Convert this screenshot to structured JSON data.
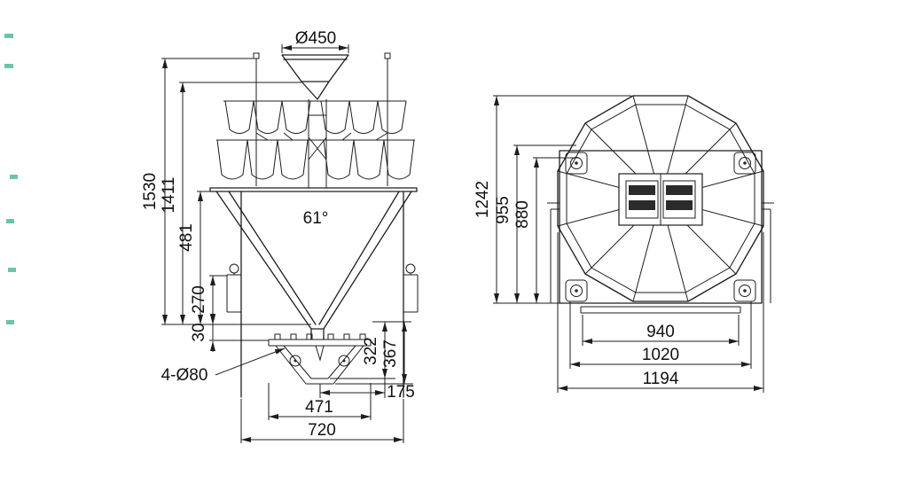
{
  "colors": {
    "line": "#1d1d1d",
    "background": "#ffffff",
    "artifact": "#45b695"
  },
  "front_view": {
    "dims": {
      "top_funnel_diameter": "Ø450",
      "overall_height": "1530",
      "upper_section_height": "1411",
      "cone_height": "481",
      "bracket_height": "270",
      "flange_gap": "30",
      "cone_angle": "61°",
      "mount_holes": "4-Ø80",
      "outlet_height_inner": "322",
      "outlet_height_outer": "367",
      "outlet_offset": "175",
      "outlet_span": "471",
      "base_width": "720"
    }
  },
  "side_view": {
    "dims": {
      "overall_height": "1242",
      "frame_height": "955",
      "inner_height": "880",
      "base_bar_width": "940",
      "frame_width": "1020",
      "overall_width": "1194"
    }
  }
}
